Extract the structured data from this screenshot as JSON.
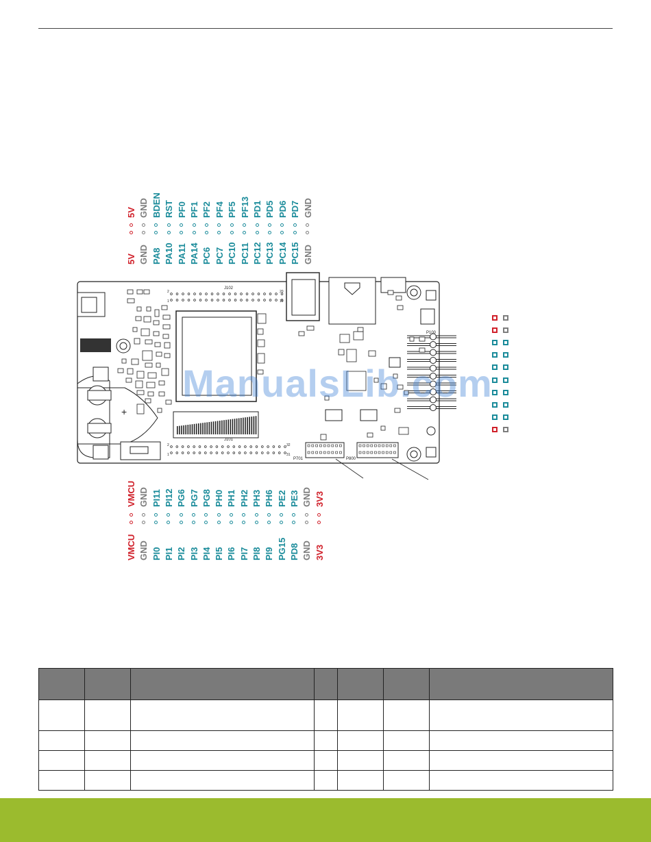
{
  "colors": {
    "red": "#d0202a",
    "gray": "#7d7d7d",
    "teal": "#1a8b9a",
    "footer": "#9bbb2e",
    "table_header": "#7a7a7a"
  },
  "watermark": "ManualsLib.com",
  "top_header": {
    "outer": [
      "5V",
      "GND",
      "PA8",
      "PA10",
      "PA11",
      "PA14",
      "PC6",
      "PC7",
      "PC10",
      "PC11",
      "PC12",
      "PC13",
      "PC14",
      "PC15",
      "GND"
    ],
    "inner": [
      "5V",
      "GND",
      "BDEN",
      "RST",
      "PF0",
      "PF1",
      "PF2",
      "PF4",
      "PF5",
      "PF13",
      "PD1",
      "PD5",
      "PD6",
      "PD7",
      "GND"
    ]
  },
  "bottom_header": {
    "inner": [
      "VMCU",
      "GND",
      "PI11",
      "PI12",
      "PG6",
      "PG7",
      "PG8",
      "PH0",
      "PH1",
      "PH2",
      "PH3",
      "PH6",
      "PE2",
      "PE3",
      "GND",
      "3V3"
    ],
    "outer": [
      "VMCU",
      "GND",
      "PI0",
      "PI1",
      "PI2",
      "PI3",
      "PI4",
      "PI5",
      "PI6",
      "PI7",
      "PI8",
      "PI9",
      "PG15",
      "PD8",
      "GND",
      "3V3"
    ]
  },
  "board": {
    "header_top_label": "J102",
    "header_bottom_label": "J101",
    "connector_label": "P100",
    "debug_label_1": "P701",
    "debug_label_2": "P800",
    "pin_2": "2",
    "pin_1": "1",
    "pin_20": "20",
    "pin_19": "19",
    "pin_32": "32",
    "pin_31": "31",
    "plus": "+"
  },
  "right_header": {
    "colors": [
      "red",
      "red",
      "teal",
      "teal",
      "teal",
      "teal",
      "teal",
      "teal",
      "teal",
      "red"
    ]
  },
  "table": {
    "columns": [
      "",
      "",
      "",
      "",
      "",
      "",
      ""
    ],
    "rows": [
      [
        "",
        "",
        "",
        "",
        "",
        "",
        ""
      ],
      [
        "",
        "",
        "",
        "",
        "",
        "",
        ""
      ],
      [
        "",
        "",
        "",
        "",
        "",
        "",
        ""
      ],
      [
        "",
        "",
        "",
        "",
        "",
        "",
        ""
      ]
    ]
  }
}
